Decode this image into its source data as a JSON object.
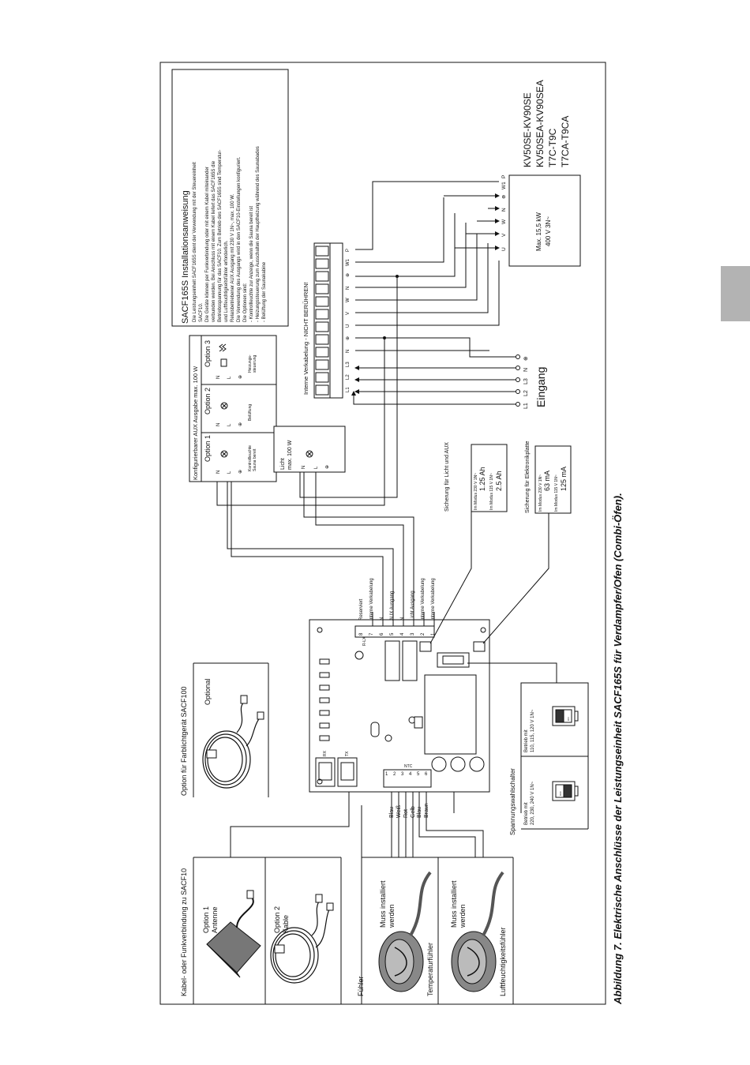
{
  "caption": "Abbildung 7. Elektrische Anschlüsse der Leistungseinheit SACF165S für Verdampfer/Ofen (Combi-Öfen).",
  "cable_connection": {
    "title": "Kabel- oder Funkverbindung zu SACF10",
    "option1": [
      "Option 1",
      "Antenne"
    ],
    "option2": [
      "Option 2",
      "Kable"
    ]
  },
  "sensors": {
    "title": "Fühler",
    "temperature": "Temperaturfühler",
    "humidity": "Luftfeuchtigkeitsfühler",
    "must_install": [
      "Muss installiert",
      "werden"
    ]
  },
  "color_light": {
    "title": "Option für Farblichtgerät SACF100",
    "optional": "Optional"
  },
  "wire_colors": [
    "Blau",
    "Weiß",
    "Rot",
    "Gelb",
    "Blau",
    "Braun"
  ],
  "board": {
    "ports": [
      "RX",
      "TX"
    ],
    "sensor_terminals": [
      "1",
      "2",
      "3",
      "4",
      "5",
      "6"
    ],
    "ntc_label": "NTC",
    "relay_label": "R-LX",
    "relay_terminals": [
      "8",
      "7",
      "6",
      "5",
      "4",
      "3",
      "2",
      "1"
    ],
    "relay_labels": [
      "Reserviert",
      "Interne Verkabelung",
      "N",
      "AUX Ausgang",
      "N",
      "Licht Ausgang",
      "Interne Verkabelung",
      "Interne Verkabelung"
    ]
  },
  "voltage_switch": {
    "title": "Spannungswahlschalter",
    "left": [
      "Betrieb mit",
      "220, 230, 240 V 1N~"
    ],
    "right": [
      "Betrieb mit",
      "110, 115, 120 V 1N~"
    ],
    "switch_left": [
      "OFF",
      "ON"
    ],
    "switch_right": [
      "OFF",
      "ON"
    ]
  },
  "fuse_light_aux": {
    "title": "Sicherung für Licht und AUX",
    "mode230": "Im Modus 230 V 1N~",
    "value230": "1.25 Ah",
    "mode115": "Im Modus 115 V 1N~",
    "value115": "2.5 Ah"
  },
  "fuse_board": {
    "title": "Sicherung für Elektronikplatte",
    "mode230": "Im Modus 230 V 1N~",
    "value230": "63 mA",
    "mode115": "Im Modus 115 V 1N~",
    "value115": "125 mA"
  },
  "light_box": {
    "title": [
      "Licht",
      "max. 100 W"
    ],
    "terminals": [
      "N",
      "L",
      "⊕"
    ]
  },
  "aux_box": {
    "title": "Konfigurierbarer AUX Ausgabe max. 100 W",
    "options": [
      "Option 1",
      "Option 2",
      "Option 3"
    ],
    "descriptions": [
      [
        "Kontrollleuchte",
        "Sauna bereit"
      ],
      [
        "Belüftung"
      ],
      [
        "Heizungs-",
        "steuerung"
      ]
    ],
    "terminals": [
      "N",
      "L",
      "⊕"
    ]
  },
  "terminal_block": {
    "title": "Interne Verkabelung - NICHT BERÜHREN!",
    "labels": [
      "L1",
      "L2",
      "L3",
      "N",
      "⊕",
      "U",
      "V",
      "W",
      "N",
      "⊕",
      "W1",
      "P"
    ]
  },
  "input": {
    "labels": [
      "L1",
      "L2",
      "L3",
      "N",
      "⊕"
    ],
    "title": "Eingang"
  },
  "heater": {
    "spec": [
      "Max. 15,5 kW",
      "400 V 3N~"
    ],
    "terminals": [
      "U",
      "V",
      "W",
      "N",
      "⊕",
      "W1",
      "P"
    ],
    "models": [
      "KV50SE-KV90SE",
      "KV50SEA-KV90SEA",
      "T7C-T9C",
      "T7CA-T9CA"
    ]
  },
  "instructions": {
    "title": "SACF165S Installationsanweisung",
    "lines": [
      "Die Leistungseinheit SACF165S dient der Verwendung mit der Steuereinheit",
      "SACF10.",
      "Die Geräte können per Funkverbindung oder mit einem Kabel miteinander",
      "verbunden werden. Bei Anschluss mit einem Kabel liefert das SACF165S die",
      "Betriebsspannung für das SACF10. Zum Betrieb des SACF165S sind Temperatur-",
      "und Luftfeuchtigkeitsfühler erforderlich.",
      "Relaisbetriebener AUX Ausgang mit 230 V 1N~, max. 100 W.",
      "Die Verwendung des Ausgangs wird in den SACF10-Einstellungen konfiguriert.",
      "Die Optionen sind:",
      "- Kontrollleuchte zur Anzeige, wenn die Sauna bereit ist",
      "- Heizungssteuerung zum Ausschalten der Hauptheizung während des Saunabades",
      "- Belüftung der Saunakabine"
    ]
  }
}
